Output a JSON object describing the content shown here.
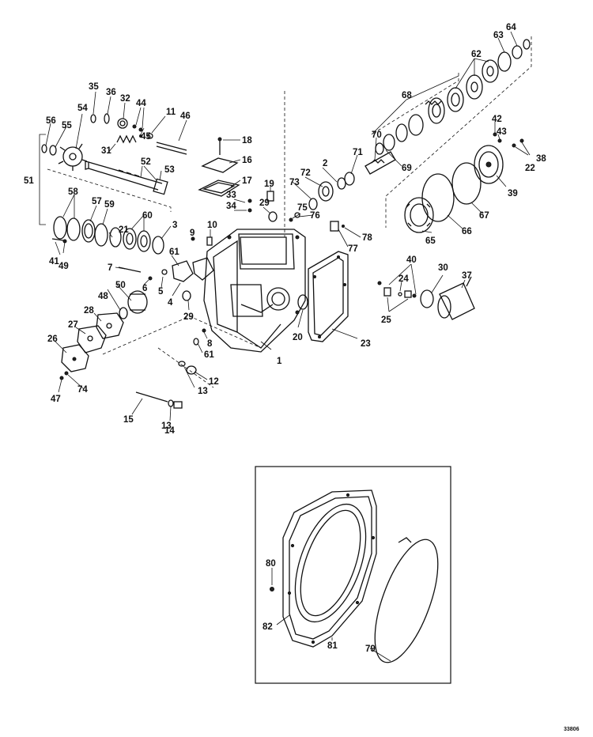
{
  "diagram": {
    "catalog_number": "33806",
    "callouts": [
      {
        "id": "c1",
        "text": "1"
      },
      {
        "id": "c2",
        "text": "2"
      },
      {
        "id": "c3",
        "text": "3"
      },
      {
        "id": "c4",
        "text": "4"
      },
      {
        "id": "c5",
        "text": "5"
      },
      {
        "id": "c6",
        "text": "6"
      },
      {
        "id": "c7",
        "text": "7"
      },
      {
        "id": "c8",
        "text": "8"
      },
      {
        "id": "c9",
        "text": "9"
      },
      {
        "id": "c10",
        "text": "10"
      },
      {
        "id": "c11",
        "text": "11"
      },
      {
        "id": "c12",
        "text": "12"
      },
      {
        "id": "c13a",
        "text": "13"
      },
      {
        "id": "c13b",
        "text": "13"
      },
      {
        "id": "c14",
        "text": "14"
      },
      {
        "id": "c15",
        "text": "15"
      },
      {
        "id": "c16",
        "text": "16"
      },
      {
        "id": "c17",
        "text": "17"
      },
      {
        "id": "c18",
        "text": "18"
      },
      {
        "id": "c19",
        "text": "19"
      },
      {
        "id": "c20",
        "text": "20"
      },
      {
        "id": "c21",
        "text": "21"
      },
      {
        "id": "c22",
        "text": "22"
      },
      {
        "id": "c23",
        "text": "23"
      },
      {
        "id": "c24",
        "text": "24"
      },
      {
        "id": "c25",
        "text": "25"
      },
      {
        "id": "c26",
        "text": "26"
      },
      {
        "id": "c27",
        "text": "27"
      },
      {
        "id": "c28",
        "text": "28"
      },
      {
        "id": "c29a",
        "text": "29"
      },
      {
        "id": "c29b",
        "text": "29"
      },
      {
        "id": "c30",
        "text": "30"
      },
      {
        "id": "c31",
        "text": "31"
      },
      {
        "id": "c32",
        "text": "32"
      },
      {
        "id": "c33",
        "text": "33"
      },
      {
        "id": "c34",
        "text": "34"
      },
      {
        "id": "c35",
        "text": "35"
      },
      {
        "id": "c36",
        "text": "36"
      },
      {
        "id": "c37",
        "text": "37"
      },
      {
        "id": "c38",
        "text": "38"
      },
      {
        "id": "c39",
        "text": "39"
      },
      {
        "id": "c40",
        "text": "40"
      },
      {
        "id": "c41",
        "text": "41"
      },
      {
        "id": "c42",
        "text": "42"
      },
      {
        "id": "c43",
        "text": "43"
      },
      {
        "id": "c44",
        "text": "44"
      },
      {
        "id": "c45",
        "text": "45"
      },
      {
        "id": "c46",
        "text": "46"
      },
      {
        "id": "c47",
        "text": "47"
      },
      {
        "id": "c48",
        "text": "48"
      },
      {
        "id": "c49",
        "text": "49"
      },
      {
        "id": "c50",
        "text": "50"
      },
      {
        "id": "c51",
        "text": "51"
      },
      {
        "id": "c52",
        "text": "52"
      },
      {
        "id": "c53",
        "text": "53"
      },
      {
        "id": "c54",
        "text": "54"
      },
      {
        "id": "c55",
        "text": "55"
      },
      {
        "id": "c56",
        "text": "56"
      },
      {
        "id": "c57",
        "text": "57"
      },
      {
        "id": "c58",
        "text": "58"
      },
      {
        "id": "c59",
        "text": "59"
      },
      {
        "id": "c60",
        "text": "60"
      },
      {
        "id": "c61a",
        "text": "61"
      },
      {
        "id": "c61b",
        "text": "61"
      },
      {
        "id": "c62",
        "text": "62"
      },
      {
        "id": "c63",
        "text": "63"
      },
      {
        "id": "c64",
        "text": "64"
      },
      {
        "id": "c65",
        "text": "65"
      },
      {
        "id": "c66",
        "text": "66"
      },
      {
        "id": "c67",
        "text": "67"
      },
      {
        "id": "c68",
        "text": "68"
      },
      {
        "id": "c69",
        "text": "69"
      },
      {
        "id": "c70",
        "text": "70"
      },
      {
        "id": "c71",
        "text": "71"
      },
      {
        "id": "c72",
        "text": "72"
      },
      {
        "id": "c73",
        "text": "73"
      },
      {
        "id": "c74",
        "text": "74"
      },
      {
        "id": "c75",
        "text": "75"
      },
      {
        "id": "c76",
        "text": "76"
      },
      {
        "id": "c77",
        "text": "77"
      },
      {
        "id": "c78",
        "text": "78"
      },
      {
        "id": "c79",
        "text": "79"
      },
      {
        "id": "c80",
        "text": "80"
      },
      {
        "id": "c81",
        "text": "81"
      },
      {
        "id": "c82",
        "text": "82"
      }
    ]
  }
}
